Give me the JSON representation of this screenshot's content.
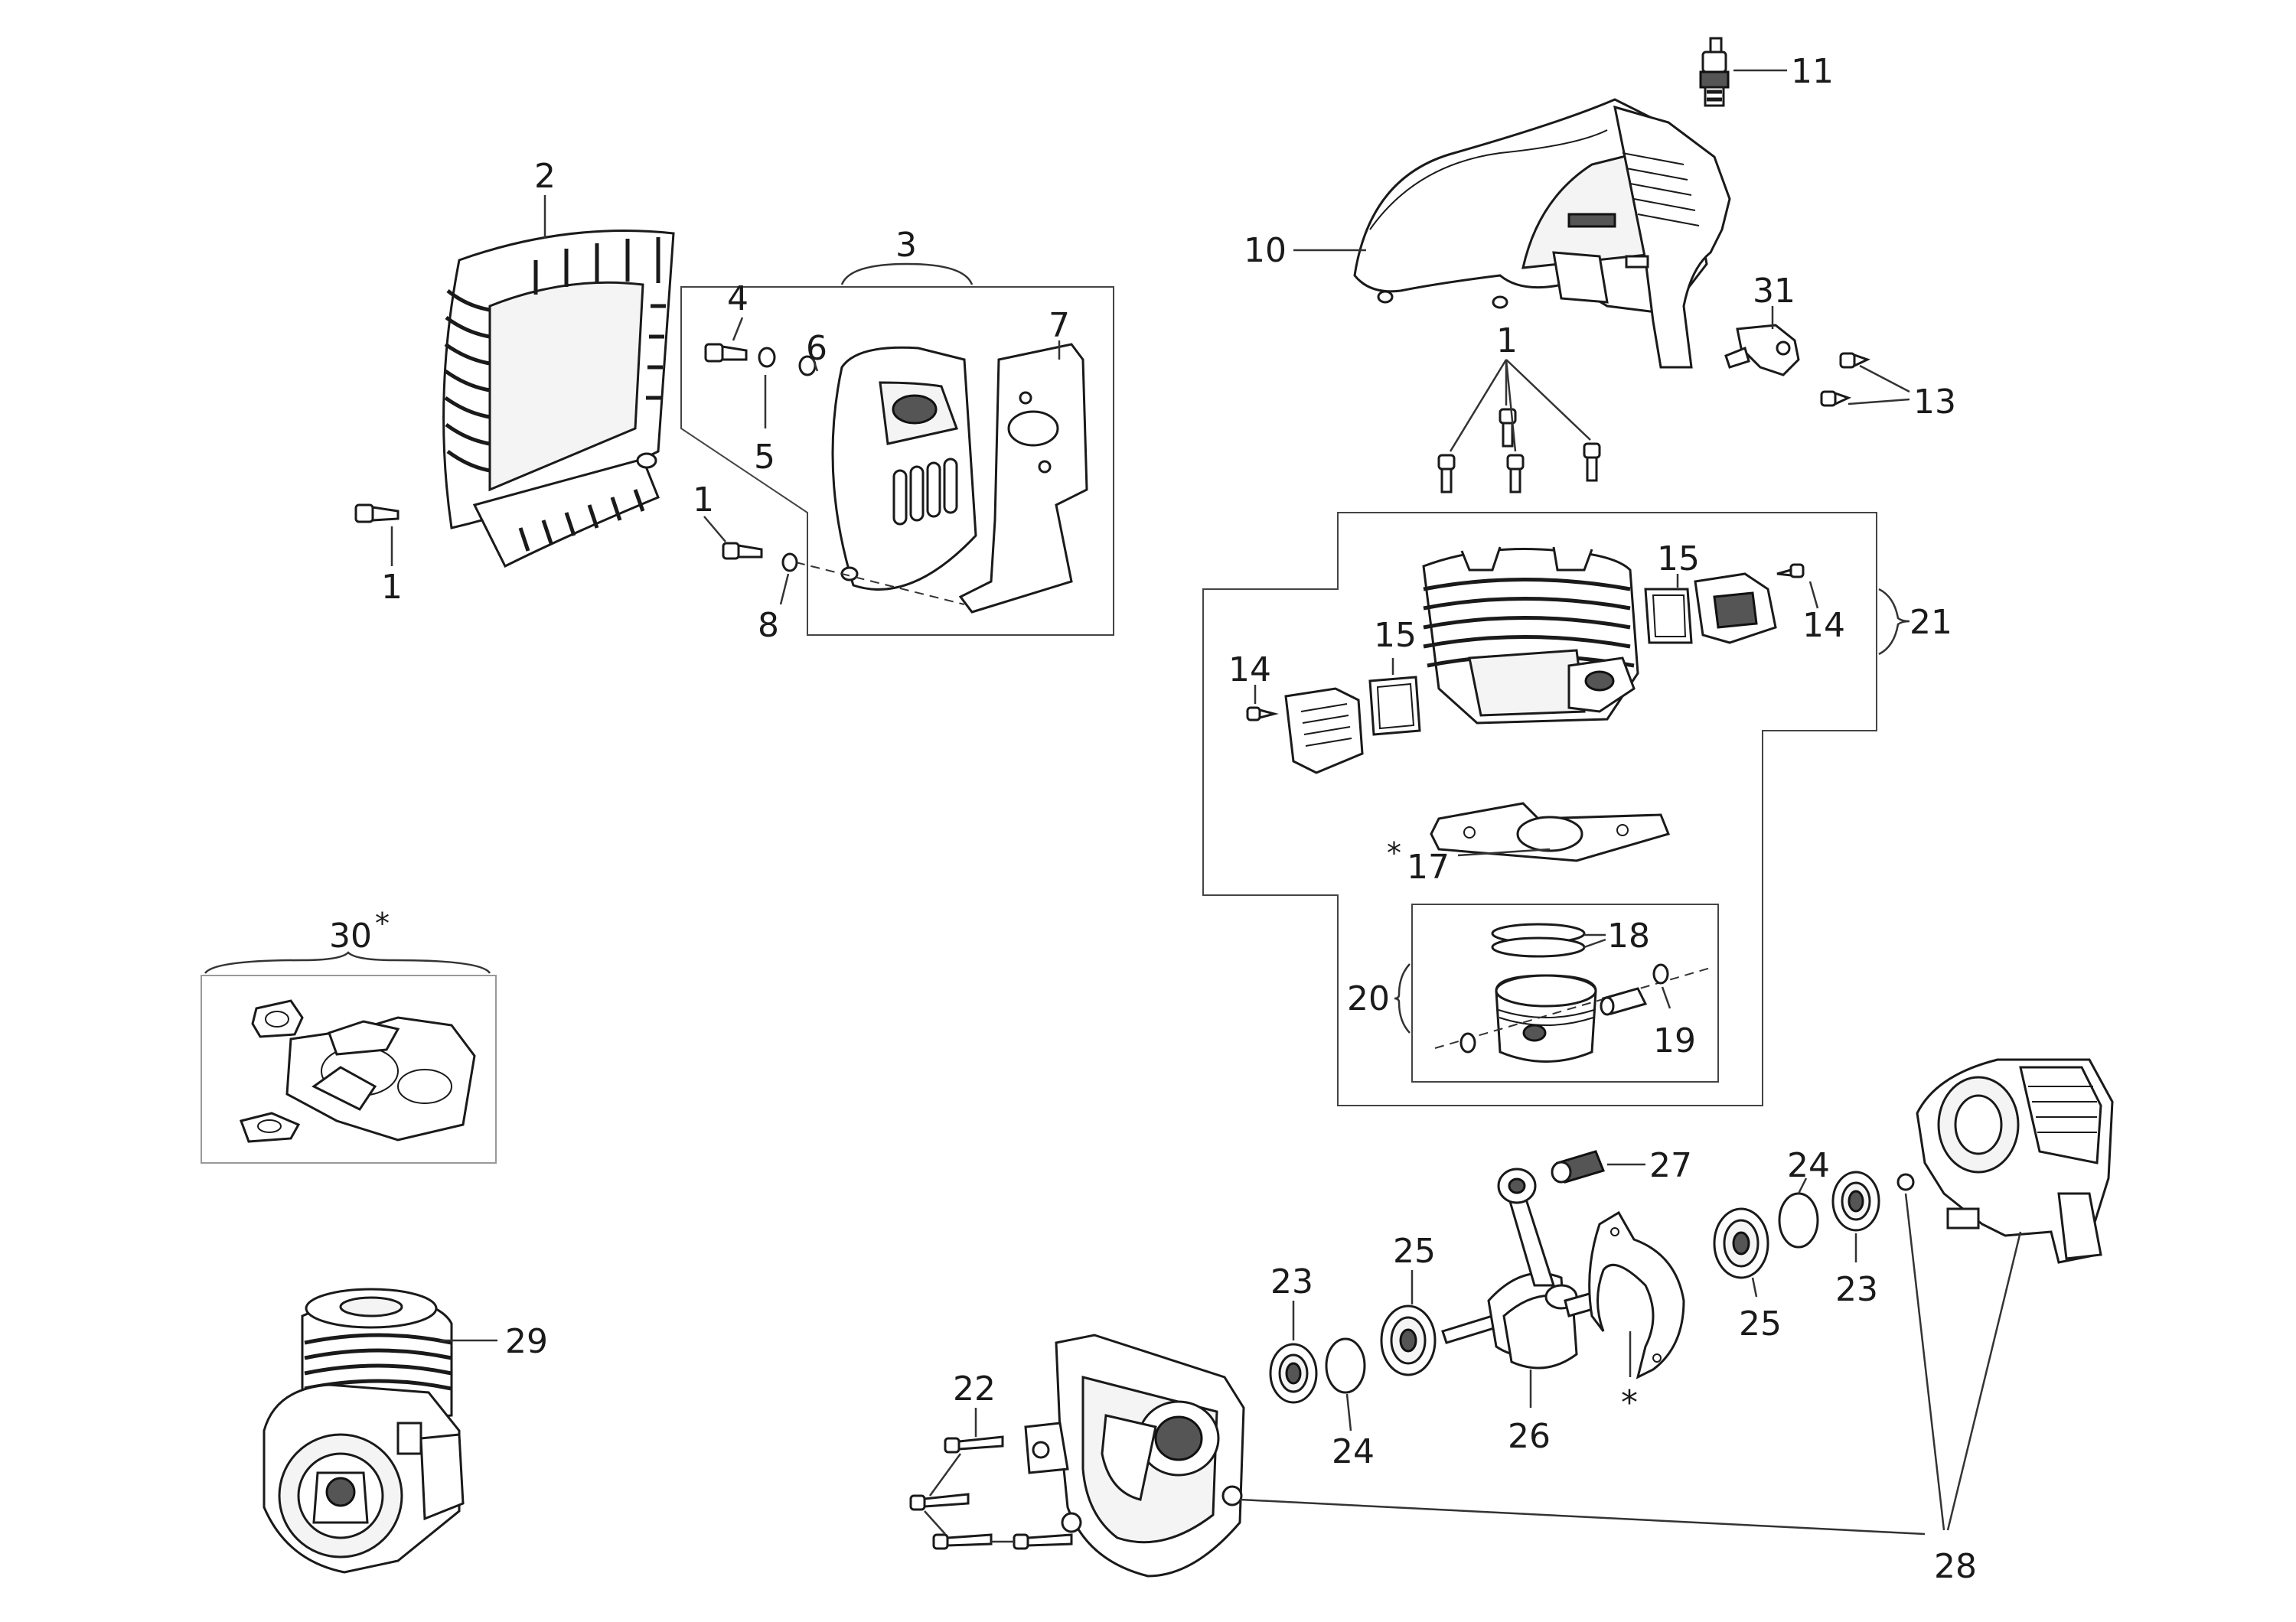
{
  "callouts": {
    "c1a": "1",
    "c2": "2",
    "c3": "3",
    "c4": "4",
    "c5": "5",
    "c6": "6",
    "c7": "7",
    "c1b": "1",
    "c8": "8",
    "c10": "10",
    "c11": "11",
    "c31": "31",
    "c1c": "1",
    "c13": "13",
    "c15a": "15",
    "c15b": "15",
    "c14a": "14",
    "c14b": "14",
    "c21": "21",
    "c17": "17",
    "c17star": "*",
    "c18": "18",
    "c19": "19",
    "c20": "20",
    "c30": "30",
    "c30star": "*",
    "c27": "27",
    "c24a": "24",
    "c24b": "24",
    "c25a": "25",
    "c25b": "25",
    "c23a": "23",
    "c23b": "23",
    "c26": "26",
    "cstar": "*",
    "c22": "22",
    "c29": "29",
    "c28": "28"
  }
}
